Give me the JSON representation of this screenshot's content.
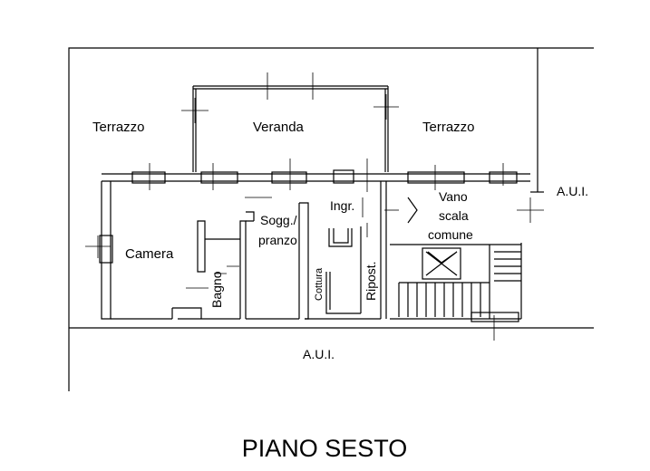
{
  "labels": {
    "terrazzo_left": "Terrazzo",
    "veranda": "Veranda",
    "terrazzo_right": "Terrazzo",
    "aui_right": "A.U.I.",
    "aui_bottom": "A.U.I.",
    "vano": "Vano",
    "scala": "scala",
    "comune": "comune",
    "ingr": "Ingr.",
    "sogg": "Sogg./",
    "pranzo": "pranzo",
    "camera": "Camera",
    "bagno": "Bagno",
    "cottura": "Cottura",
    "ripost": "Ripost."
  },
  "title": "PIANO SESTO"
}
